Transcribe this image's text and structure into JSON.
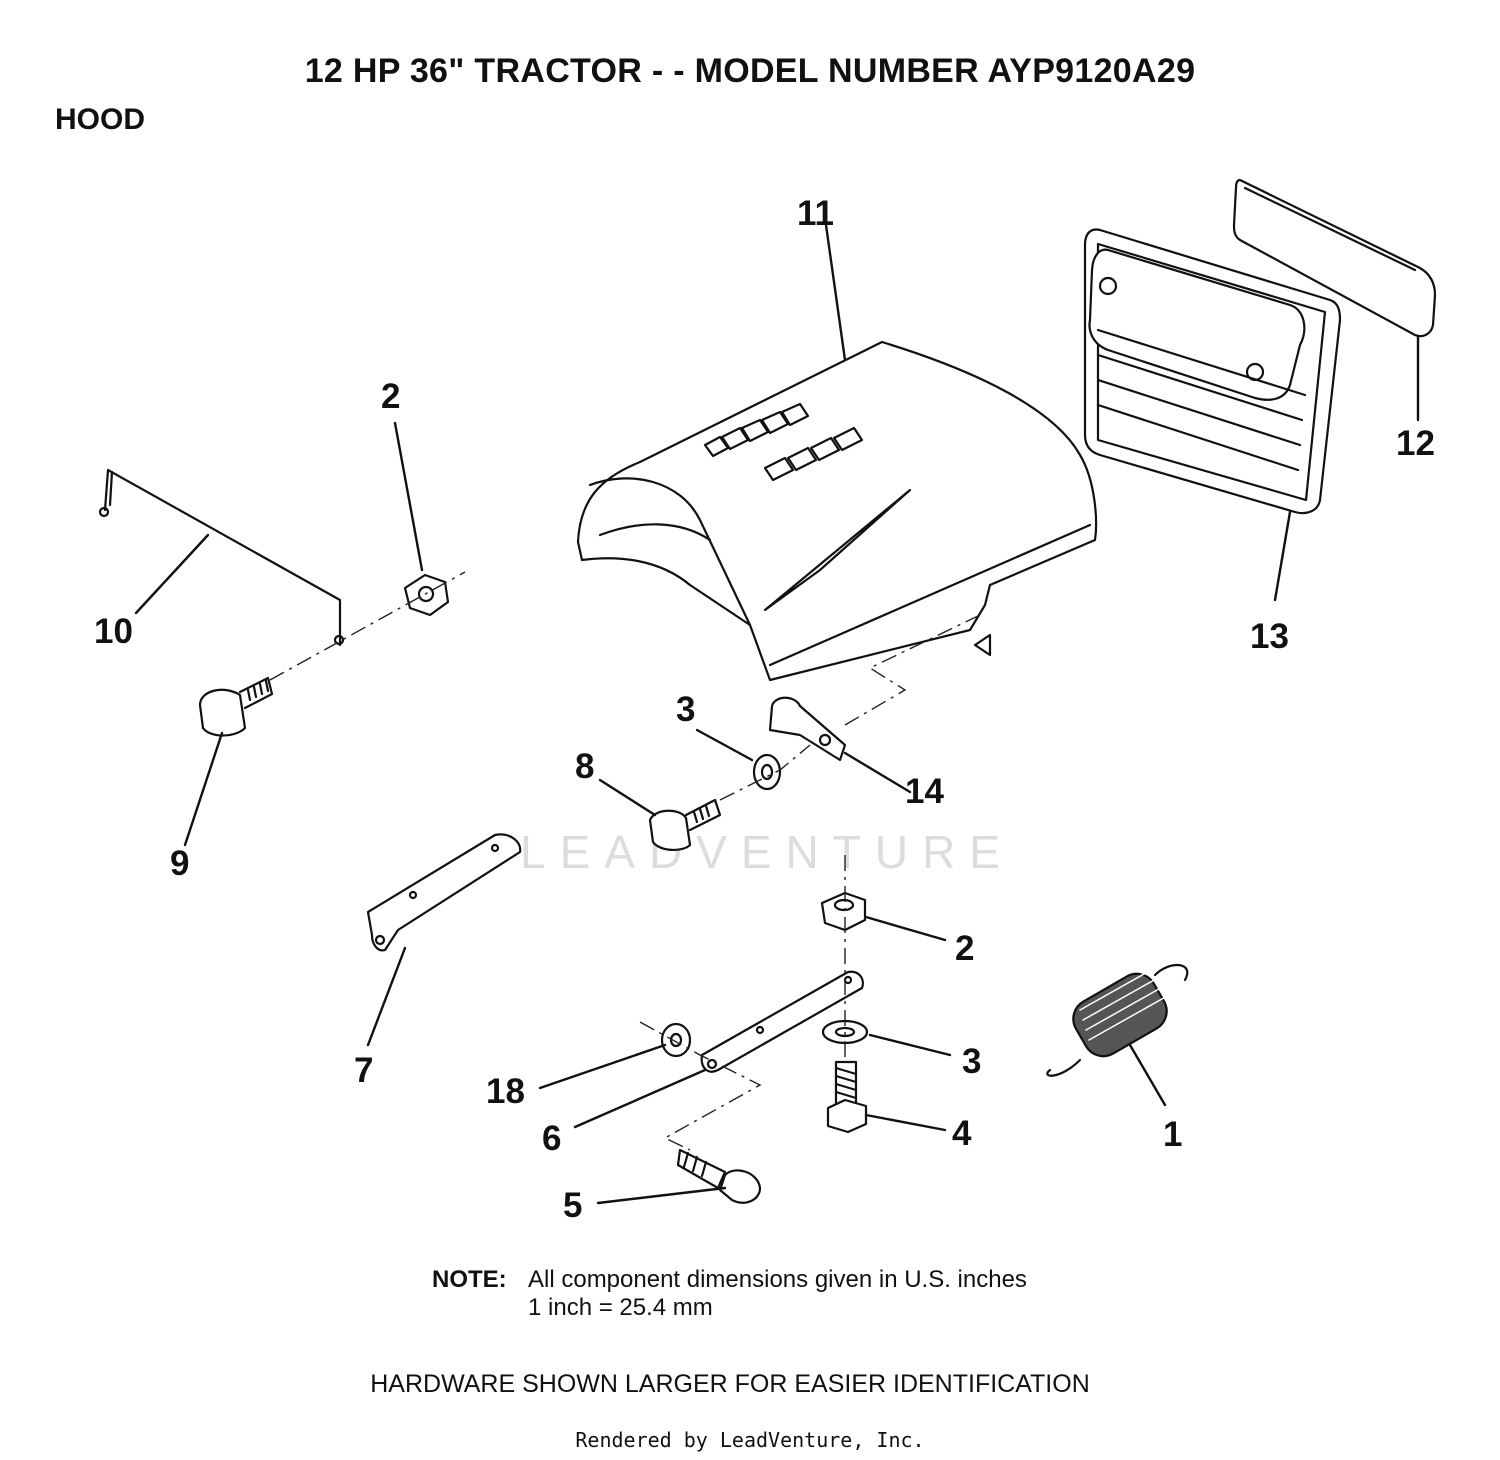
{
  "header": {
    "title": "12 HP 36\" TRACTOR - - MODEL NUMBER AYP9120A29",
    "section": "HOOD"
  },
  "watermark": {
    "text": "LEADVENTURE"
  },
  "callouts": [
    {
      "id": "11",
      "part": "hood"
    },
    {
      "id": "12",
      "part": "grille-insert"
    },
    {
      "id": "13",
      "part": "grille"
    },
    {
      "id": "2",
      "part": "hex-nut-top"
    },
    {
      "id": "10",
      "part": "hood-rod"
    },
    {
      "id": "9",
      "part": "shoulder-bolt"
    },
    {
      "id": "3",
      "part": "washer-upper"
    },
    {
      "id": "14",
      "part": "hood-bracket"
    },
    {
      "id": "8",
      "part": "bolt"
    },
    {
      "id": "7",
      "part": "support-bracket"
    },
    {
      "id": "2",
      "part": "hex-nut-lower"
    },
    {
      "id": "3",
      "part": "washer-lower"
    },
    {
      "id": "18",
      "part": "flat-washer"
    },
    {
      "id": "6",
      "part": "link-strap"
    },
    {
      "id": "4",
      "part": "hex-bolt"
    },
    {
      "id": "1",
      "part": "spring"
    },
    {
      "id": "5",
      "part": "shoulder-bolt-lower"
    }
  ],
  "note": {
    "label": "NOTE:",
    "line1": "All component dimensions given in U.S. inches",
    "line2": "1 inch = 25.4 mm"
  },
  "hardware_note": "HARDWARE SHOWN LARGER FOR EASIER IDENTIFICATION",
  "footer": "Rendered by LeadVenture, Inc."
}
